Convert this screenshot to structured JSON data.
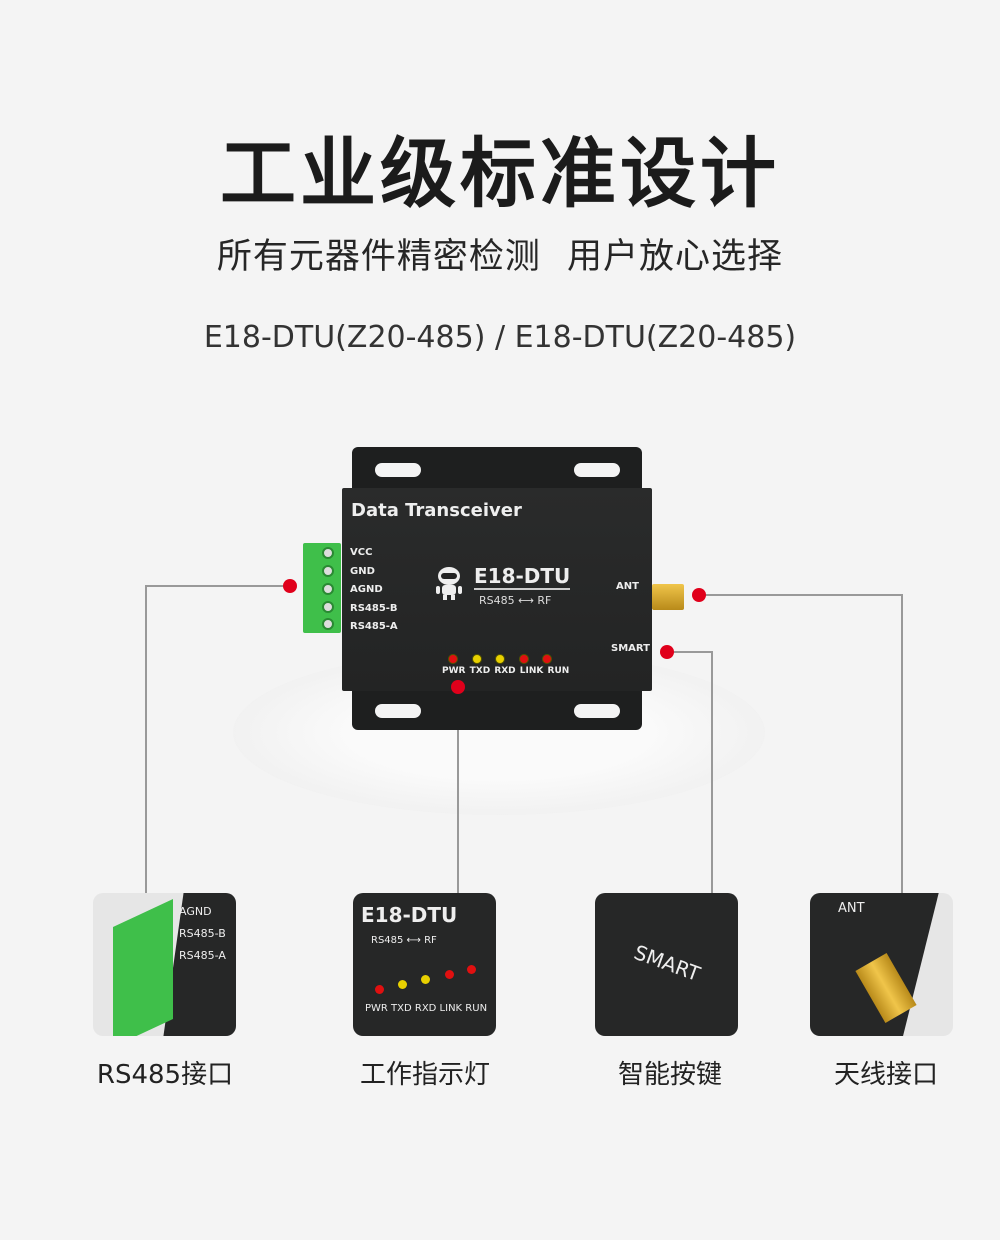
{
  "title": "工业级标准设计",
  "subtitle": "所有元器件精密检测 用户放心选择",
  "model": "E18-DTU(Z20-485) / E18-DTU(Z20-485)",
  "device": {
    "name": "Data Transceiver",
    "brand": "E18-DTU",
    "sub": "RS485 ⟷ RF",
    "pins": [
      "VCC",
      "GND",
      "AGND",
      "RS485-B",
      "RS485-A"
    ],
    "ant_label": "ANT",
    "smart_label": "SMART",
    "leds": [
      {
        "label": "PWR",
        "color": "#e01010"
      },
      {
        "label": "TXD",
        "color": "#e8d000"
      },
      {
        "label": "RXD",
        "color": "#e8d000"
      },
      {
        "label": "LINK",
        "color": "#e01010"
      },
      {
        "label": "RUN",
        "color": "#e01010"
      }
    ]
  },
  "colors": {
    "dot": "#e0001b",
    "line": "#999999",
    "terminal": "#3fbf4a"
  },
  "features": [
    {
      "label": "RS485接口",
      "thumb_pins": [
        "AGND",
        "RS485-B",
        "RS485-A"
      ]
    },
    {
      "label": "工作指示灯",
      "thumb_brand": "E18-DTU",
      "thumb_sub": "RS485 ⟷ RF",
      "thumb_leds": "PWR TXD RXD LINK RUN"
    },
    {
      "label": "智能按键",
      "thumb_text": "SMART"
    },
    {
      "label": "天线接口",
      "thumb_text": "ANT"
    }
  ]
}
